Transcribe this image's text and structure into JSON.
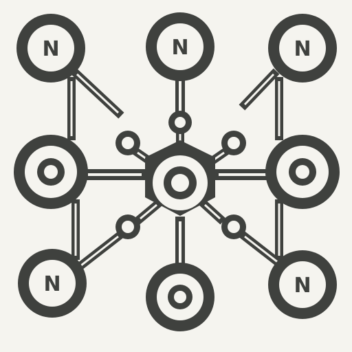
{
  "colors": {
    "background": "#f5f4ef",
    "ink": "#3f413e",
    "paper": "#f5f4ef"
  },
  "labels": {
    "top_left": "N",
    "top_center": "N",
    "top_right": "N",
    "bottom_left": "N",
    "bottom_right": "N"
  },
  "icons": {
    "top_left": "letter-n-icon",
    "top_center": "letter-n-icon",
    "top_right": "letter-n-icon",
    "mid_left": "ring-icon",
    "mid_right": "ring-icon",
    "bottom_left": "letter-n-icon",
    "bottom_center": "ring-icon",
    "bottom_right": "letter-n-icon",
    "hub": "hexagon-hub-icon"
  }
}
